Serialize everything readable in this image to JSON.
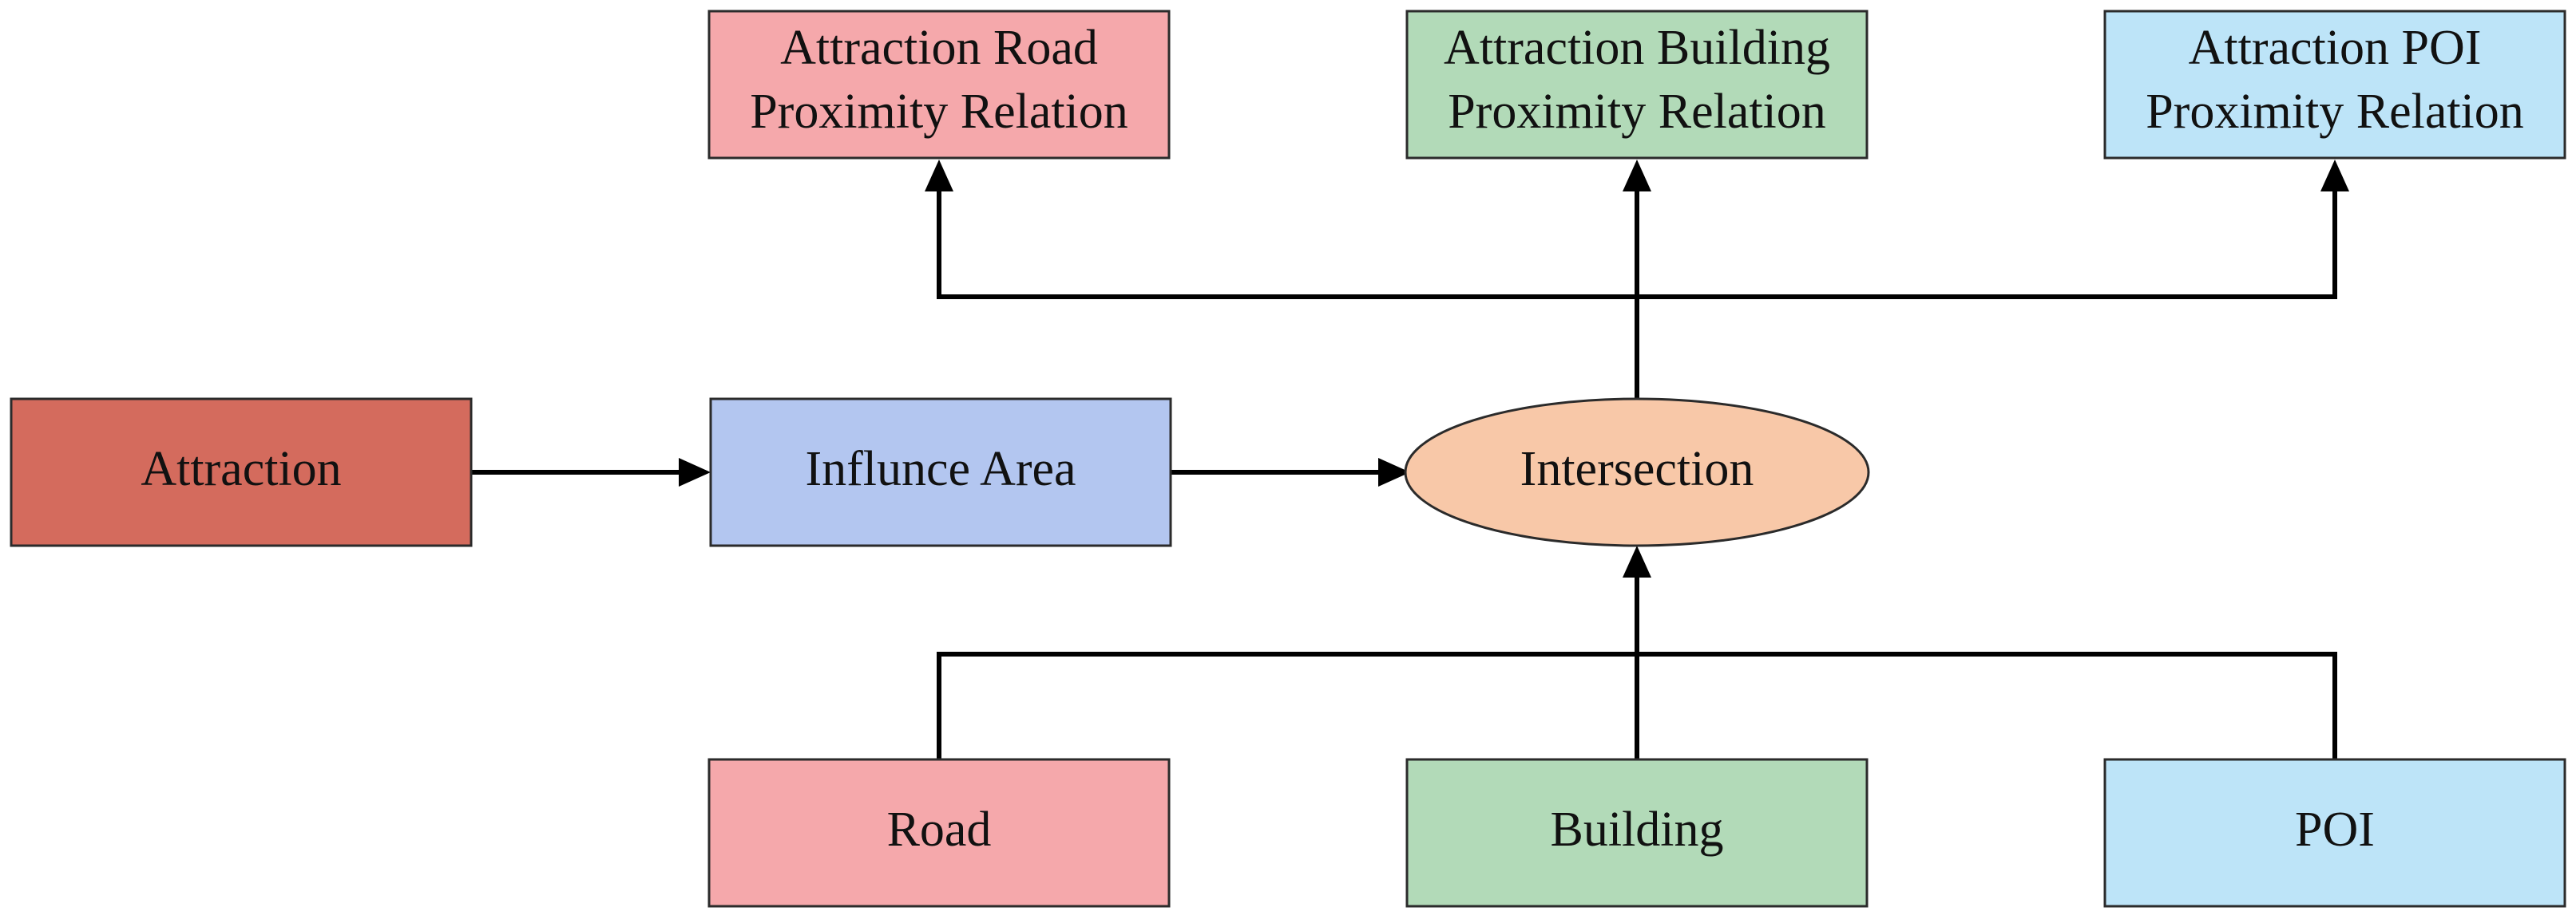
{
  "nodes": {
    "attraction": {
      "label": "Attraction",
      "color": "#d46b5d"
    },
    "influence_area": {
      "label": "Influnce Area",
      "color": "#b3c6f0"
    },
    "intersection": {
      "label": "Intersection",
      "color": "#f8c8a8"
    },
    "road": {
      "label": "Road",
      "color": "#f5a8ab"
    },
    "building": {
      "label": "Building",
      "color": "#b2dab8"
    },
    "poi": {
      "label": "POI",
      "color": "#bde4f8"
    },
    "road_relation": {
      "line1": "Attraction Road",
      "line2": "Proximity Relation",
      "color": "#f5a8ab"
    },
    "building_relation": {
      "line1": "Attraction Building",
      "line2": "Proximity Relation",
      "color": "#b2dab8"
    },
    "poi_relation": {
      "line1": "Attraction POI",
      "line2": "Proximity Relation",
      "color": "#bde4f8"
    }
  },
  "edges": [
    {
      "from": "attraction",
      "to": "influence_area"
    },
    {
      "from": "influence_area",
      "to": "intersection"
    },
    {
      "from": "road",
      "to": "intersection"
    },
    {
      "from": "building",
      "to": "intersection"
    },
    {
      "from": "poi",
      "to": "intersection"
    },
    {
      "from": "intersection",
      "to": "road_relation"
    },
    {
      "from": "intersection",
      "to": "building_relation"
    },
    {
      "from": "intersection",
      "to": "poi_relation"
    }
  ]
}
